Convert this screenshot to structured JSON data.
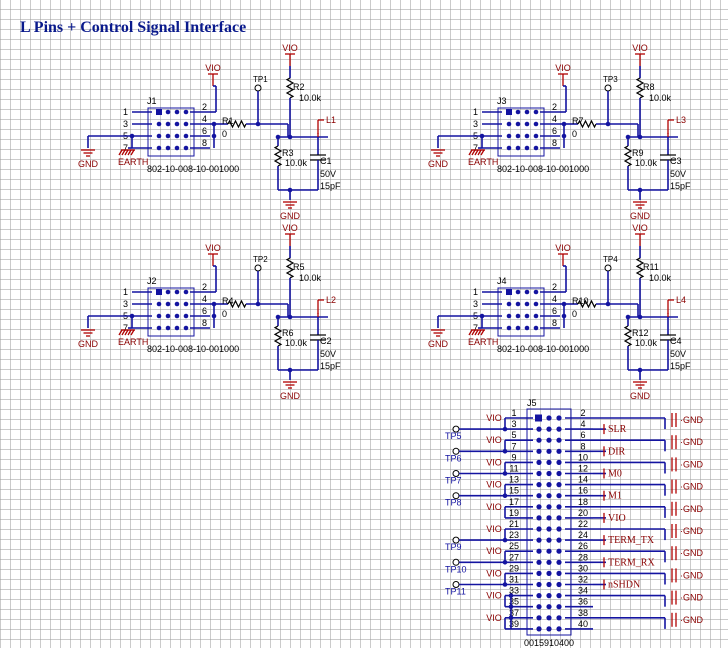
{
  "title": "L Pins + Control Signal Interface",
  "connector_part": "802-10-008-10-001000",
  "j5_part": "0015910400",
  "blocks": [
    {
      "conn": "J1",
      "rser": "R1",
      "rser_val": "0",
      "tp": "TP1",
      "rup": "R2",
      "rup_val": "10.0k",
      "rdn": "R3",
      "rdn_val": "10.0k",
      "cap": "C1",
      "cap_v": "50V",
      "cap_c": "15pF",
      "out": "L1"
    },
    {
      "conn": "J3",
      "rser": "R7",
      "rser_val": "0",
      "tp": "TP3",
      "rup": "R8",
      "rup_val": "10.0k",
      "rdn": "R9",
      "rdn_val": "10.0k",
      "cap": "C3",
      "cap_v": "50V",
      "cap_c": "15pF",
      "out": "L3"
    },
    {
      "conn": "J2",
      "rser": "R4",
      "rser_val": "0",
      "tp": "TP2",
      "rup": "R5",
      "rup_val": "10.0k",
      "rdn": "R6",
      "rdn_val": "10.0k",
      "cap": "C2",
      "cap_v": "50V",
      "cap_c": "15pF",
      "out": "L2"
    },
    {
      "conn": "J4",
      "rser": "R10",
      "rser_val": "0",
      "tp": "TP4",
      "rup": "R11",
      "rup_val": "10.0k",
      "rdn": "R12",
      "rdn_val": "10.0k",
      "cap": "C4",
      "cap_v": "50V",
      "cap_c": "15pF",
      "out": "L4"
    }
  ],
  "labels": {
    "vio": "VIO",
    "gnd": "GND",
    "earth": "EARTH",
    "j5": "J5"
  },
  "conn_pins_left": [
    "1",
    "3",
    "5",
    "7"
  ],
  "conn_pins_right": [
    "2",
    "4",
    "6",
    "8"
  ],
  "j5_left_pins": [
    "1",
    "3",
    "5",
    "7",
    "9",
    "11",
    "13",
    "15",
    "17",
    "19",
    "21",
    "23",
    "25",
    "27",
    "29",
    "31",
    "33",
    "35",
    "37",
    "39"
  ],
  "j5_right_pins": [
    "2",
    "4",
    "6",
    "8",
    "10",
    "12",
    "14",
    "16",
    "18",
    "20",
    "22",
    "24",
    "26",
    "28",
    "30",
    "32",
    "34",
    "36",
    "38",
    "40"
  ],
  "j5_signals": [
    {
      "row": 1,
      "label": "SLR"
    },
    {
      "row": 3,
      "label": "DIR"
    },
    {
      "row": 5,
      "label": "M0"
    },
    {
      "row": 7,
      "label": "M1"
    },
    {
      "row": 9,
      "label": "VIO"
    },
    {
      "row": 11,
      "label": "TERM_TX"
    },
    {
      "row": 13,
      "label": "TERM_RX"
    },
    {
      "row": 15,
      "label": "nSHDN"
    }
  ],
  "j5_gnd_ports": [
    "GND",
    "GND",
    "GND",
    "GND",
    "GND",
    "GND",
    "GND",
    "GND",
    "GND",
    "GND"
  ],
  "j5_testpoints": [
    {
      "row": 1,
      "label": "TP5"
    },
    {
      "row": 3,
      "label": "TP6"
    },
    {
      "row": 5,
      "label": "TP7"
    },
    {
      "row": 7,
      "label": "TP8"
    },
    {
      "row": 11,
      "label": "TP9"
    },
    {
      "row": 13,
      "label": "TP10"
    },
    {
      "row": 15,
      "label": "TP11"
    }
  ]
}
